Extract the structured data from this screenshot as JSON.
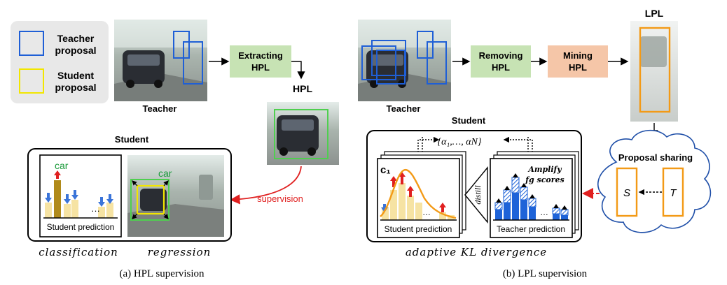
{
  "legend": {
    "teacher_label_line1": "Teacher",
    "teacher_label_line2": "proposal",
    "student_label_line1": "Student",
    "student_label_line2": "proposal",
    "teacher_color": "#1f5fd6",
    "student_color": "#f2e600"
  },
  "panel_a": {
    "teacher_caption": "Teacher",
    "extract_box": [
      "Extracting",
      "HPL"
    ],
    "hpl_title": "HPL",
    "student_title": "Student",
    "car_label_left": "car",
    "car_label_right": "car",
    "ellipsis": "…",
    "student_prediction": "Student prediction",
    "supervision": "supervision",
    "classification": "classification",
    "regression": "regression",
    "caption": "(a)  HPL supervision"
  },
  "panel_b": {
    "teacher_caption": "Teacher",
    "removing_box": [
      "Removing",
      "HPL"
    ],
    "mining_box": [
      "Mining",
      "HPL"
    ],
    "lpl_title": "LPL",
    "student_title": "Student",
    "alpha_set": "{α₁,…, αN}",
    "c1_label": "c₁",
    "distill": "distill",
    "amplify_line1": "Amplify",
    "amplify_line2": "fg scores",
    "ellipsis": "…",
    "student_prediction": "Student prediction",
    "teacher_prediction": "Teacher prediction",
    "proposal_sharing": "Proposal sharing",
    "s_label": "S",
    "t_label": "T",
    "kl": "adaptive KL divergence",
    "caption": "(b)  LPL supervision"
  },
  "colors": {
    "green_box": "#c7e3b4",
    "orange_box": "#f5c6a8",
    "orange_line": "#f39a16",
    "red_arrow": "#e02020",
    "bar_light": "#f6e3a3",
    "bar_dark": "#b08a1a",
    "bar_blue": "#1e63d8"
  }
}
